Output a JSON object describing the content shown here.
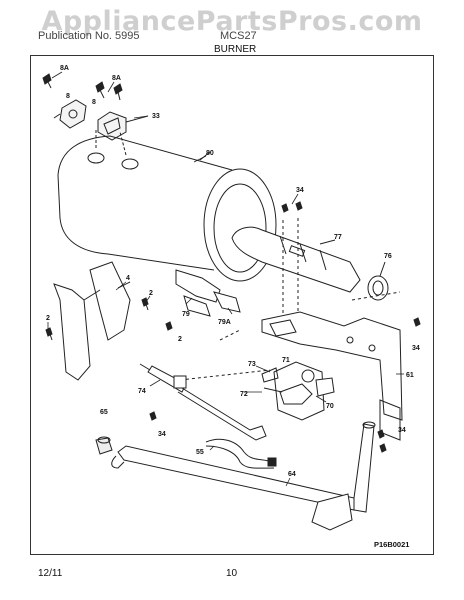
{
  "watermark": "AppliancePartsPros.com",
  "header": {
    "left": "Publication No. 5995",
    "right": "MCS27",
    "subtitle": "BURNER"
  },
  "part_labels": {
    "p8a_1": "8A",
    "p8a_2": "8A",
    "p8_1": "8",
    "p8_2": "8",
    "p33": "33",
    "p80": "80",
    "p34_top": "34",
    "p77": "77",
    "p76": "76",
    "p4": "4",
    "p2_a": "2",
    "p2_b": "2",
    "p2_c": "2",
    "p79": "79",
    "p79a": "79A",
    "p73": "73",
    "p71": "71",
    "p72": "72",
    "p70": "70",
    "p74": "74",
    "p65": "65",
    "p55": "55",
    "p34_mid": "34",
    "p34_right": "34",
    "p34_low": "34",
    "p61": "61",
    "p64": "64"
  },
  "figure_ref": "P16B0021",
  "footer": {
    "date": "12/11",
    "page": "10"
  }
}
